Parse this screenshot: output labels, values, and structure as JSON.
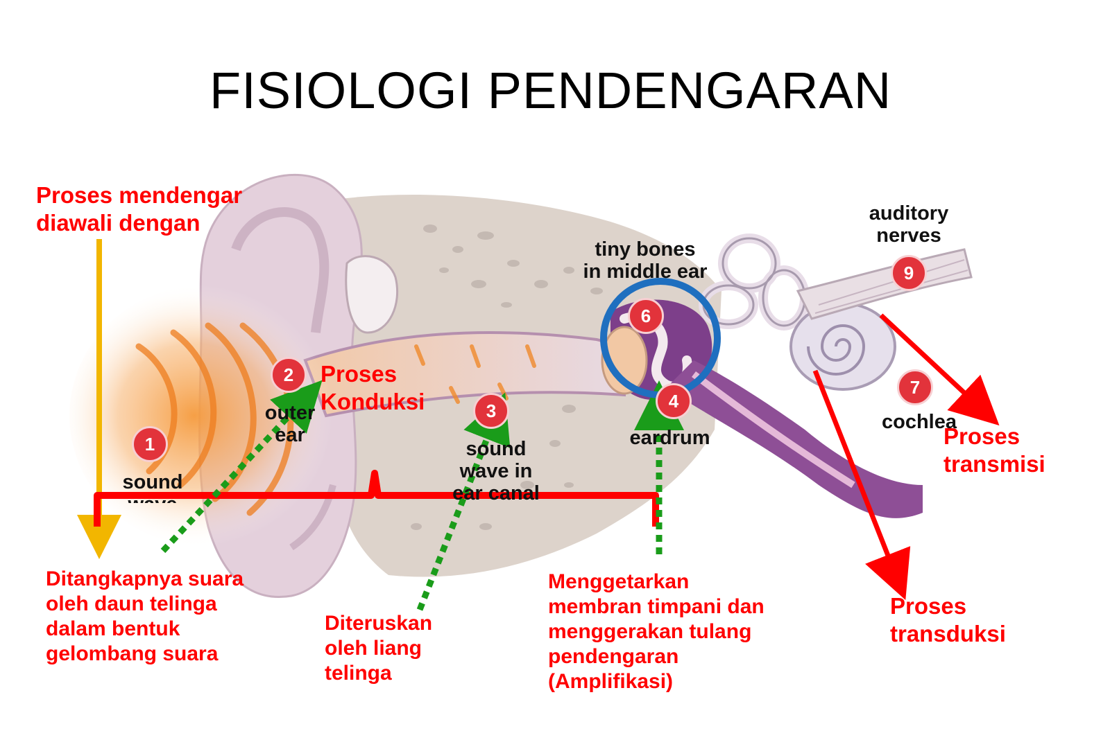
{
  "title": "FISIOLOGI PENDENGARAN",
  "anatomy_labels": {
    "step1": {
      "number": "1",
      "label_line1": "sound",
      "label_line2": "wave"
    },
    "step2": {
      "number": "2",
      "label_line1": "outer",
      "label_line2": "ear"
    },
    "step3": {
      "number": "3",
      "label_line1": "sound",
      "label_line2": "wave in",
      "label_line3": "ear canal"
    },
    "step4": {
      "number": "4",
      "label": "eardrum"
    },
    "step6": {
      "number": "6",
      "label_line1": "tiny bones",
      "label_line2": "in middle ear"
    },
    "step7": {
      "number": "7",
      "label": "cochlea"
    },
    "step9": {
      "number": "9",
      "label_line1": "auditory",
      "label_line2": "nerves"
    }
  },
  "annotations": {
    "start": {
      "line1": "Proses mendengar",
      "line2": "diawali dengan"
    },
    "konduksi": {
      "line1": "Proses",
      "line2": "Konduksi"
    },
    "transmisi": {
      "line1": "Proses",
      "line2": "transmisi"
    },
    "transduksi": {
      "line1": "Proses",
      "line2": "transduksi"
    },
    "captured": {
      "line1": "Ditangkapnya suara",
      "line2": "oleh daun telinga",
      "line3": "dalam bentuk",
      "line4": "gelombang suara"
    },
    "forwarded": {
      "line1": "Diteruskan",
      "line2": "oleh liang",
      "line3": "telinga"
    },
    "vibrate": {
      "line1": "Menggetarkan",
      "line2": "membran timpani dan",
      "line3": "menggerakan tulang",
      "line4": "pendengaran",
      "line5": "(Amplifikasi)"
    }
  },
  "colors": {
    "annotation_red": "#ff0000",
    "badge_red": "#e2333b",
    "green_arrow": "#1a9c1a",
    "yellow_arrow": "#f2b600",
    "blue_circle": "#1f6fbf",
    "ear_skin": "#e6d3dc",
    "bone": "#d9cfc6",
    "canal_purple": "#8e4f96",
    "sound_orange": "#f39a3a"
  }
}
